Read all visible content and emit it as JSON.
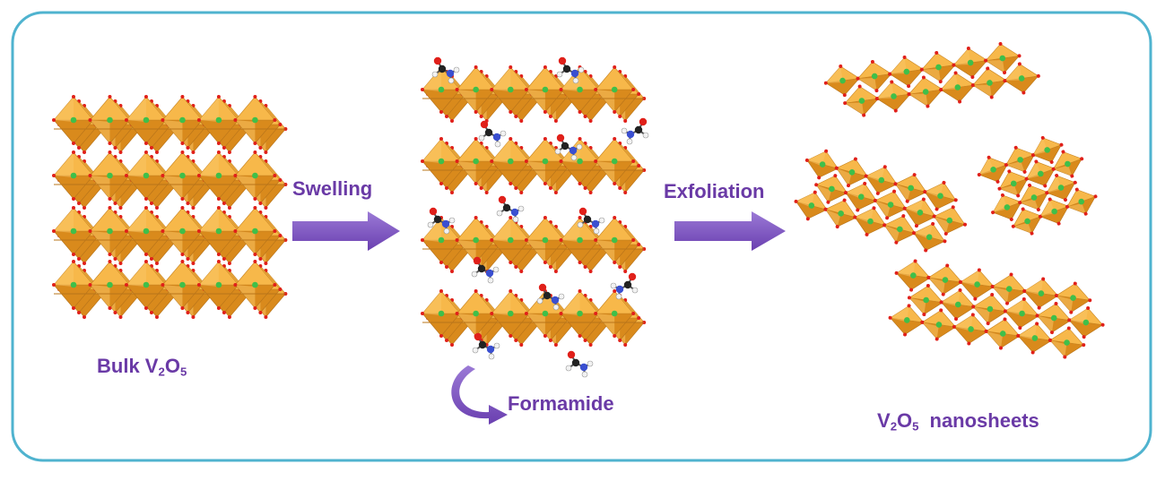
{
  "labels": {
    "bulk_prefix": "Bulk V",
    "bulk_sub1": "2",
    "bulk_mid": "O",
    "bulk_sub2": "5",
    "swelling": "Swelling",
    "exfoliation": "Exfoliation",
    "formamide": "Formamide",
    "nano_prefix": "V",
    "nano_sub1": "2",
    "nano_mid": "O",
    "nano_sub2": "5",
    "nano_suffix": "nanosheets"
  },
  "colors": {
    "frame_border": "#4fb3cf",
    "arrow": "#7b4fbf",
    "label_text": "#6a3aa6",
    "polyhedron_light": "#f7b84a",
    "polyhedron_dark": "#d98a1c",
    "vanadium_atom": "#3fbf4a",
    "oxygen_atom": "#e0201a",
    "carbon_atom": "#222222",
    "nitrogen_atom": "#3a4fd0",
    "hydrogen_atom": "#f2f2f2"
  },
  "icons": {
    "stage_1": "bulk-layered-structure",
    "stage_2": "swollen-layered-structure-with-formamide",
    "stage_3": "exfoliated-nanosheets",
    "molecule": "formamide-molecule-icon"
  }
}
